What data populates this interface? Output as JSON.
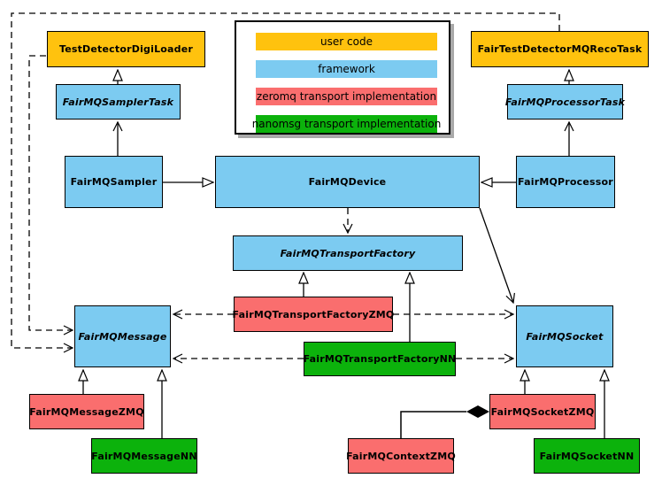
{
  "colors": {
    "user_code": "#FFC20E",
    "framework": "#7CCBF1",
    "zeromq": "#FA6E6E",
    "nanomsg": "#0CB20C",
    "border": "#000000",
    "edge": "#000000",
    "legend_shadow": "#a9a9a9"
  },
  "legend": {
    "items": [
      {
        "label": "user code",
        "color": "#FFC20E"
      },
      {
        "label": "framework",
        "color": "#7CCBF1"
      },
      {
        "label": "zeromq transport implementation",
        "color": "#FA6E6E"
      },
      {
        "label": "nanomsg transport implementation",
        "color": "#0CB20C"
      }
    ]
  },
  "nodes": {
    "test_detector_digi_loader": {
      "label": "TestDetectorDigiLoader",
      "category": "user code"
    },
    "fair_test_detector_mq_reco_task": {
      "label": "FairTestDetectorMQRecoTask",
      "category": "user code"
    },
    "fairmq_sampler_task": {
      "label": "FairMQSamplerTask",
      "category": "framework",
      "abstract": true
    },
    "fairmq_processor_task": {
      "label": "FairMQProcessorTask",
      "category": "framework",
      "abstract": true
    },
    "fairmq_sampler": {
      "label": "FairMQSampler",
      "category": "framework"
    },
    "fairmq_device": {
      "label": "FairMQDevice",
      "category": "framework"
    },
    "fairmq_processor": {
      "label": "FairMQProcessor",
      "category": "framework"
    },
    "fairmq_transport_factory": {
      "label": "FairMQTransportFactory",
      "category": "framework",
      "abstract": true
    },
    "fairmq_transport_factory_zmq": {
      "label": "FairMQTransportFactoryZMQ",
      "category": "zeromq transport implementation"
    },
    "fairmq_transport_factory_nn": {
      "label": "FairMQTransportFactoryNN",
      "category": "nanomsg transport implementation"
    },
    "fairmq_message": {
      "label": "FairMQMessage",
      "category": "framework",
      "abstract": true
    },
    "fairmq_socket": {
      "label": "FairMQSocket",
      "category": "framework",
      "abstract": true
    },
    "fairmq_message_zmq": {
      "label": "FairMQMessageZMQ",
      "category": "zeromq transport implementation"
    },
    "fairmq_message_nn": {
      "label": "FairMQMessageNN",
      "category": "nanomsg transport implementation"
    },
    "fairmq_socket_zmq": {
      "label": "FairMQSocketZMQ",
      "category": "zeromq transport implementation"
    },
    "fairmq_socket_nn": {
      "label": "FairMQSocketNN",
      "category": "nanomsg transport implementation"
    },
    "fairmq_context_zmq": {
      "label": "FairMQContextZMQ",
      "category": "zeromq transport implementation"
    }
  }
}
